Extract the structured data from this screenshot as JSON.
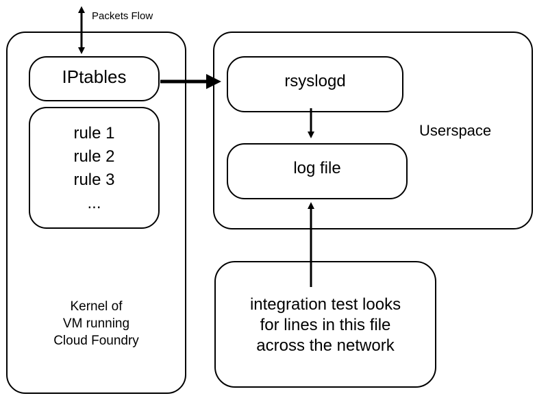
{
  "labels": {
    "packets_flow": "Packets Flow",
    "iptables": "IPtables",
    "rules": [
      "rule 1",
      "rule 2",
      "rule 3",
      "..."
    ],
    "kernel": [
      "Kernel of",
      "VM running",
      "Cloud Foundry"
    ],
    "rsyslogd": "rsyslogd",
    "log_file": "log file",
    "userspace": "Userspace",
    "integration_test": [
      "integration test looks",
      "for lines in this file",
      "across the network"
    ]
  },
  "colors": {
    "stroke": "#000000",
    "fill": "#ffffff",
    "text": "#000000"
  }
}
